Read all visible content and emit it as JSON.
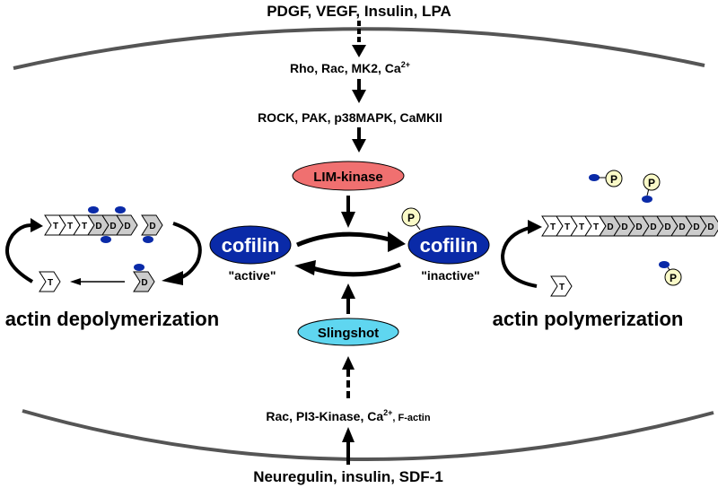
{
  "signals_top": "PDGF, VEGF, Insulin, LPA",
  "upstream_top": {
    "text": "Rho, Rac, MK2, Ca",
    "sup": "2+"
  },
  "kinases_top": "ROCK, PAK, p38MAPK, CaMKII",
  "lim_kinase": {
    "label": "LIM-kinase",
    "color": "#f07070"
  },
  "slingshot": {
    "label": "Slingshot",
    "color": "#5fd6f0"
  },
  "cofilin_active": {
    "label": "cofilin",
    "state": "\"active\"",
    "color": "#0a2aa8"
  },
  "cofilin_inactive": {
    "label": "cofilin",
    "state": "\"inactive\"",
    "phospho": "P"
  },
  "depolymerization": {
    "title": "actin depolymerization",
    "filament": [
      "T",
      "T",
      "T",
      "D",
      "D",
      "D"
    ],
    "released": "D",
    "monomer_d": "D",
    "monomer_t": "T"
  },
  "polymerization": {
    "title": "actin polymerization",
    "filament": [
      "T",
      "T",
      "T",
      "T",
      "D",
      "D",
      "D",
      "D",
      "D",
      "D",
      "D",
      "D"
    ],
    "monomer_t": "T",
    "phospho_label": "P"
  },
  "upstream_bottom": {
    "text": "Rac, PI3-Kinase, Ca",
    "sup": "2+",
    "tail": ", F-actin"
  },
  "signals_bottom": "Neuregulin, insulin, SDF-1",
  "colors": {
    "membrane": "#555555",
    "t_subunit": "#ffffff",
    "d_subunit": "#cccccc",
    "phosphate": "#fafac8"
  }
}
